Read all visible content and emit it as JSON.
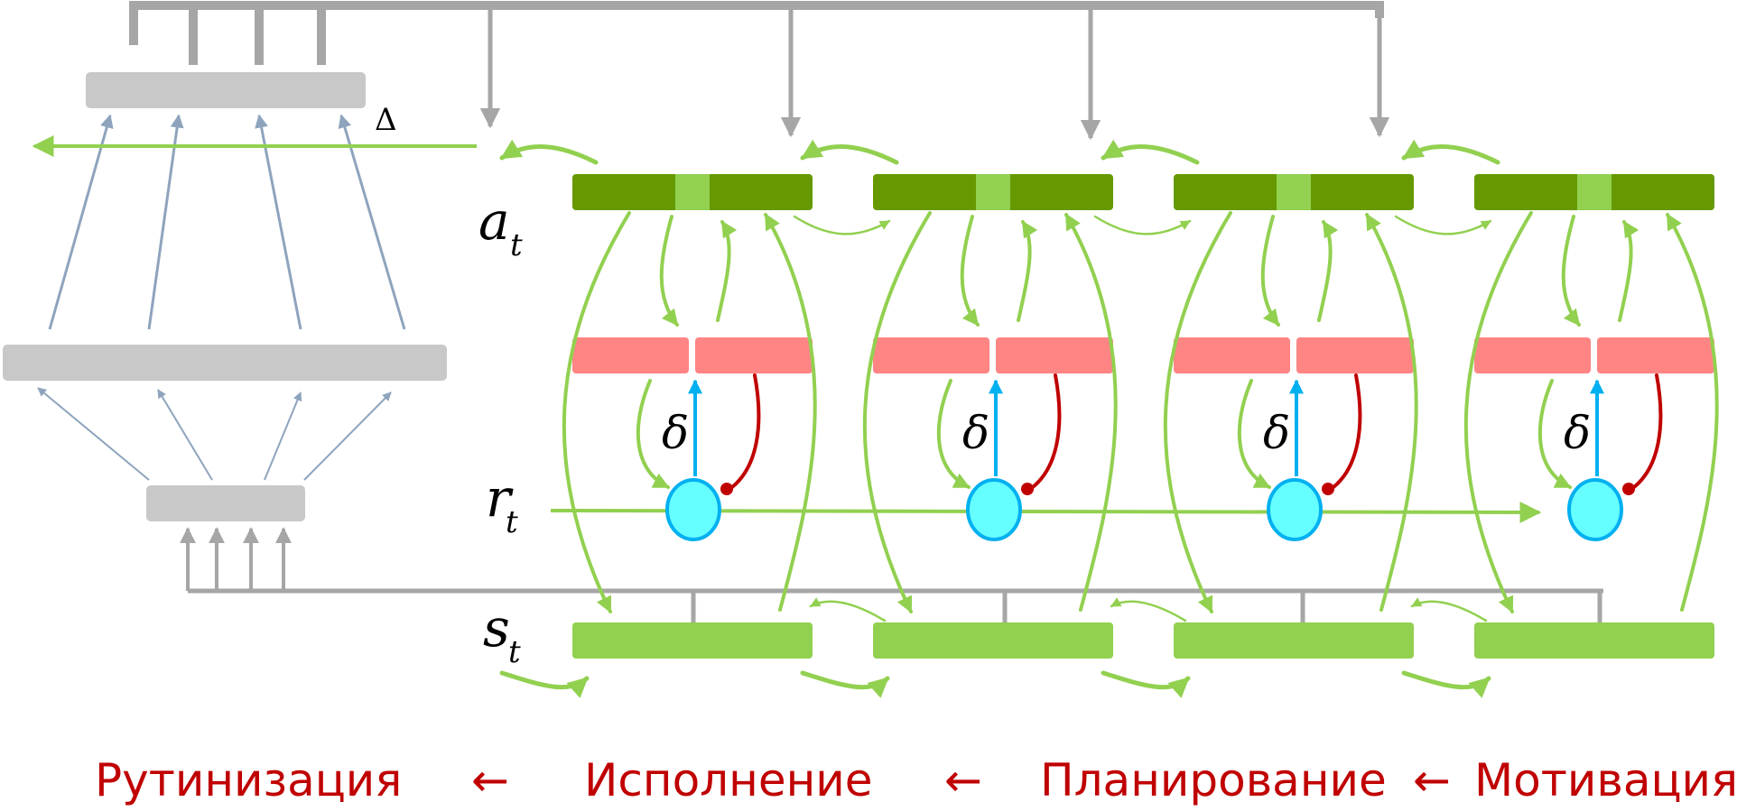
{
  "labels": {
    "a": "a",
    "a_sub": "t",
    "r": "r",
    "r_sub": "t",
    "s": "s",
    "s_sub": "t",
    "delta_upper": "Δ",
    "delta_lower": "δ"
  },
  "stages": [
    {
      "word": "Рутинизация",
      "arrow": "←"
    },
    {
      "word": "Исполнение",
      "arrow": "←"
    },
    {
      "word": "Планирование",
      "arrow": "←"
    },
    {
      "word": "Мотивация",
      "arrow": ""
    }
  ],
  "colors": {
    "action_dark": "#669900",
    "action_light": "#92d050",
    "state": "#92d050",
    "critic": "#ff8585",
    "reward_fill": "#66ffff",
    "reward_stroke": "#00b0f0",
    "inhibit": "#c00000",
    "gray_block": "#c8c8c8",
    "gray_line": "#a6a6a6",
    "blue_gray_arrow": "#8ea4bd",
    "caption": "#c00000"
  }
}
